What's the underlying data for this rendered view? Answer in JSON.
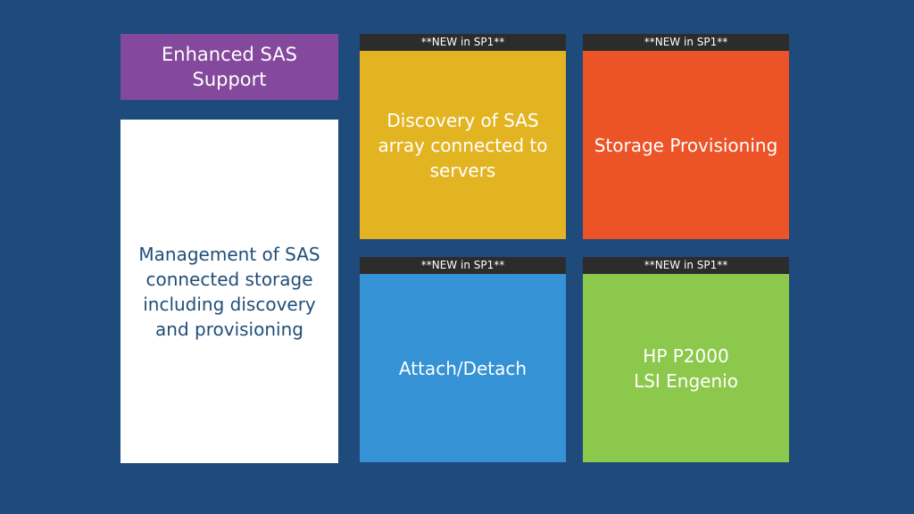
{
  "colors": {
    "background": "#1e4b7b",
    "header_tile": "#84489c",
    "side_tile_bg": "#ffffff",
    "side_tile_text": "#1f4e79",
    "badge_bg": "#2c2c2c",
    "discovery_tile": "#e3b422",
    "provisioning_tile": "#ec5327",
    "attach_tile": "#3592d4",
    "hardware_tile": "#8cc84b"
  },
  "header_tile": {
    "title": "Enhanced SAS\nSupport"
  },
  "side_tile": {
    "text": "Management of SAS\nconnected storage\nincluding discovery\nand provisioning"
  },
  "features": [
    {
      "badge": "**NEW in SP1**",
      "text": "Discovery of SAS\narray connected to\nservers"
    },
    {
      "badge": "**NEW in SP1**",
      "text": "Storage Provisioning"
    },
    {
      "badge": "**NEW in SP1**",
      "text": "Attach/Detach"
    },
    {
      "badge": "**NEW in SP1**",
      "text": "HP P2000\nLSI Engenio"
    }
  ]
}
